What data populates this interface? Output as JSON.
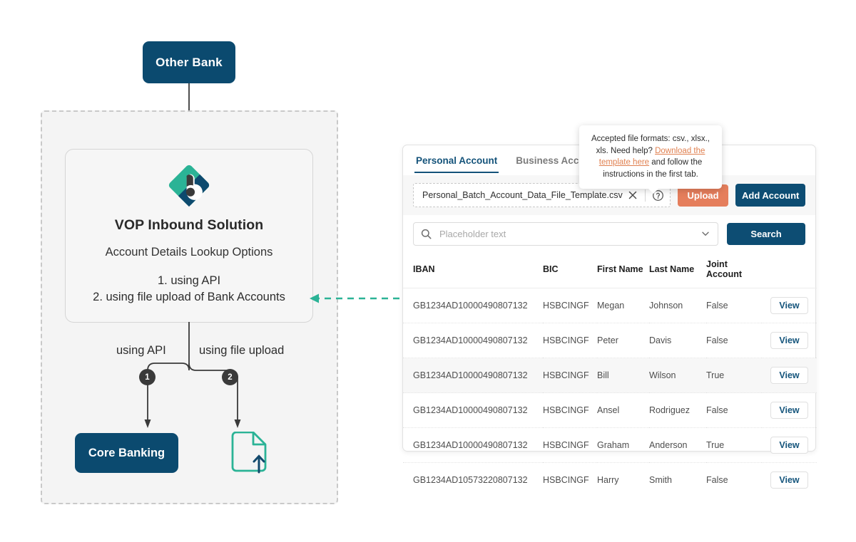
{
  "diagram": {
    "other_bank_label": "Other Bank",
    "vop": {
      "title": "VOP Inbound Solution",
      "subtitle": "Account Details Lookup Options",
      "option_1": "1. using API",
      "option_2": "2. using file upload of Bank Accounts"
    },
    "branch_label_api": "using API",
    "branch_label_upload": "using file upload",
    "badge_1": "1",
    "badge_2": "2",
    "core_banking_label": "Core Banking",
    "file_upload_icon_name": "file-upload-icon"
  },
  "panel": {
    "tabs": [
      {
        "label": "Personal Account",
        "active": true
      },
      {
        "label": "Business Account",
        "active": false
      }
    ],
    "upload_row": {
      "file_name": "Personal_Batch_Account_Data_File_Template.csv",
      "clear_icon": "close-icon",
      "help_icon": "help-circle-icon",
      "upload_label": "Upload",
      "add_account_label": "Add Account"
    },
    "search_row": {
      "placeholder": "Placeholder text",
      "value": "",
      "search_icon": "search-icon",
      "chevron_icon": "chevron-down-icon",
      "search_label": "Search"
    },
    "table": {
      "columns": [
        "IBAN",
        "BIC",
        "First Name",
        "Last Name",
        "Joint Account",
        ""
      ],
      "view_label": "View",
      "rows": [
        {
          "iban": "GB1234AD10000490807132",
          "bic": "HSBCINGF",
          "first": "Megan",
          "last": "Johnson",
          "joint": "False",
          "highlight": false
        },
        {
          "iban": "GB1234AD10000490807132",
          "bic": "HSBCINGF",
          "first": "Peter",
          "last": "Davis",
          "joint": "False",
          "highlight": false
        },
        {
          "iban": "GB1234AD10000490807132",
          "bic": "HSBCINGF",
          "first": "Bill",
          "last": "Wilson",
          "joint": "True",
          "highlight": true
        },
        {
          "iban": "GB1234AD10000490807132",
          "bic": "HSBCINGF",
          "first": "Ansel",
          "last": "Rodriguez",
          "joint": "False",
          "highlight": false
        },
        {
          "iban": "GB1234AD10000490807132",
          "bic": "HSBCINGF",
          "first": "Graham",
          "last": "Anderson",
          "joint": "True",
          "highlight": false
        },
        {
          "iban": "GB1234AD10573220807132",
          "bic": "HSBCINGF",
          "first": "Harry",
          "last": "Smith",
          "joint": "False",
          "highlight": false
        }
      ]
    }
  },
  "tooltip": {
    "line1": "Accepted file formats: csv., xlsx., xls.",
    "line2_prefix": "Need help? ",
    "link_text": "Download the template here",
    "line2_suffix": " and follow the instructions in the first tab."
  },
  "colors": {
    "navy": "#0b4a6f",
    "navy_button": "#0d4d73",
    "teal": "#2bb396",
    "coral": "#e57e5c",
    "link_orange": "#e08050",
    "dark_gray": "#3a3a3a",
    "zone_bg": "#f4f4f4"
  }
}
